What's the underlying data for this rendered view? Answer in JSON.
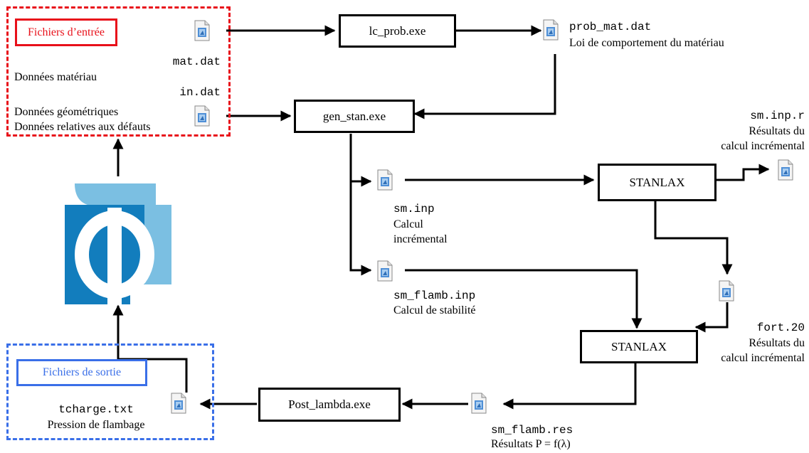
{
  "colors": {
    "input_group": "#e8101a",
    "output_group": "#3a6fe8",
    "logo_dark": "#127dbd",
    "logo_light": "#7bbfe2"
  },
  "icons": [
    "document-icon",
    "logo-icon"
  ],
  "input_group": {
    "label": "Fichiers d’entrée",
    "mat_file": "mat.dat",
    "mat_desc": "Données matériau",
    "in_file": "in.dat",
    "in_desc_1": "Données géométriques",
    "in_desc_2": "Données relatives aux défauts"
  },
  "output_group": {
    "label": "Fichiers de sortie",
    "file": "tcharge.txt",
    "desc": "Pression de flambage"
  },
  "processes": {
    "lc_prob": "lc_prob.exe",
    "gen_stan": "gen_stan.exe",
    "stanlax_1": "STANLAX",
    "stanlax_2": "STANLAX",
    "post_lambda": "Post_lambda.exe"
  },
  "files": {
    "prob_mat": {
      "name": "prob_mat.dat",
      "desc": "Loi de comportement du matériau"
    },
    "sm_inp_r": {
      "name": "sm.inp.r",
      "desc_1": "Résultats du",
      "desc_2": "calcul incrémental"
    },
    "sm_inp": {
      "name": "sm.inp",
      "desc_1": "Calcul",
      "desc_2": "incrémental"
    },
    "sm_flamb_inp": {
      "name": "sm_flamb.inp",
      "desc": "Calcul de stabilité"
    },
    "fort20": {
      "name": "fort.20",
      "desc_1": "Résultats du",
      "desc_2": "calcul incrémental"
    },
    "sm_flamb_res": {
      "name": "sm_flamb.res",
      "desc": "Résultats P = f(λ)"
    }
  }
}
